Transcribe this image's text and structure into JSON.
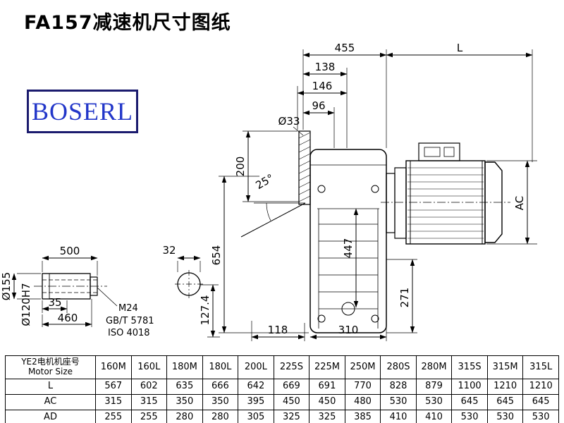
{
  "title": "FA157减速机尺寸图纸",
  "logo": {
    "text": "BOSERL"
  },
  "drawing": {
    "dims": {
      "d455": "455",
      "dL": "L",
      "d138": "138",
      "d146": "146",
      "d96": "96",
      "d33": "Ø33",
      "d200": "200",
      "d25": "25°",
      "d654": "654",
      "dAC": "AC",
      "d447": "447",
      "d271": "271",
      "d118": "118",
      "d310": "310",
      "d127": "127.4",
      "d500": "500",
      "d32": "32",
      "d35": "35",
      "d460": "460",
      "d155": "Ø155",
      "d120": "Ø120H7",
      "m24": "M24",
      "gbt": "GB/T 5781",
      "iso": "ISO 4018"
    }
  },
  "table": {
    "header_label_cn": "YE2电机机座号",
    "header_label_en": "Motor Size",
    "sizes": [
      "160M",
      "160L",
      "180M",
      "180L",
      "200L",
      "225S",
      "225M",
      "250M",
      "280S",
      "280M",
      "315S",
      "315M",
      "315L"
    ],
    "rows": [
      {
        "label": "L",
        "values": [
          "567",
          "602",
          "635",
          "666",
          "642",
          "669",
          "691",
          "770",
          "828",
          "879",
          "1100",
          "1210",
          "1210"
        ]
      },
      {
        "label": "AC",
        "values": [
          "315",
          "315",
          "350",
          "350",
          "395",
          "450",
          "450",
          "480",
          "530",
          "530",
          "645",
          "645",
          "645"
        ]
      },
      {
        "label": "AD",
        "values": [
          "255",
          "255",
          "280",
          "280",
          "305",
          "325",
          "325",
          "385",
          "410",
          "410",
          "530",
          "530",
          "530"
        ]
      }
    ]
  }
}
